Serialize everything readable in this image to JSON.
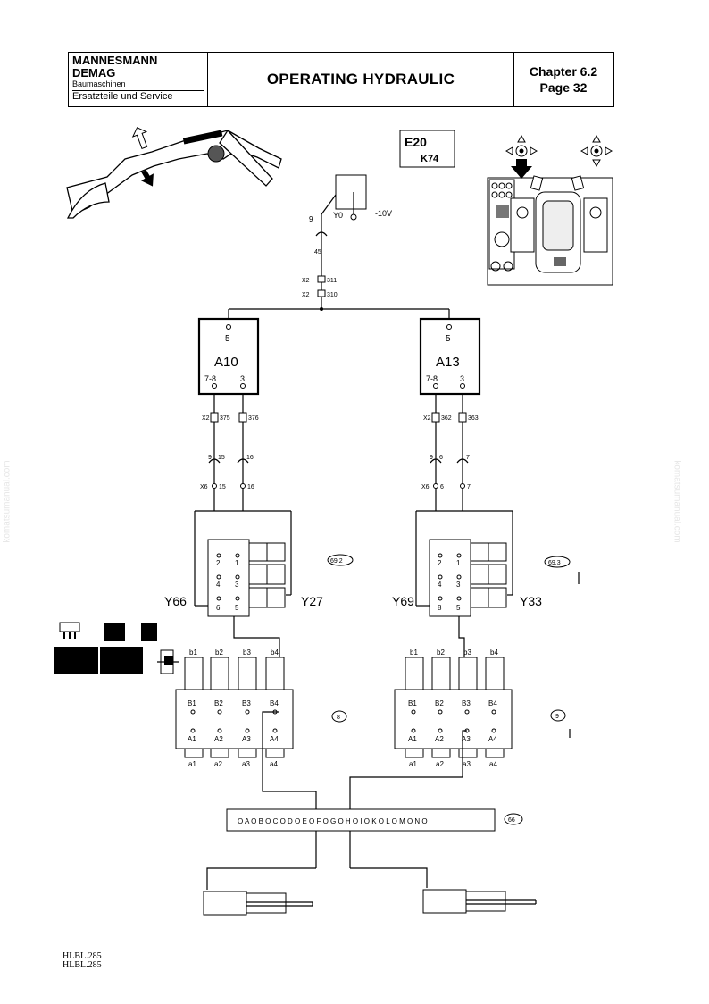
{
  "header": {
    "company_line1": "MANNESMANN",
    "company_line2": "DEMAG",
    "company_line3": "Baumaschinen",
    "company_line4": "Ersatzteile und Service",
    "title": "OPERATING HYDRAULIC",
    "chapter": "Chapter 6.2",
    "page": "Page 32"
  },
  "watermark": "komatsumanual.com",
  "doc_ref": {
    "line1": "HLBL.285",
    "line2": "HLBL.285"
  },
  "diagram": {
    "ref_box": {
      "code": "E20",
      "sub": "K74"
    },
    "sensor": {
      "y0": "Y0",
      "voltage": "-10V",
      "pin": "9",
      "wire": "45"
    },
    "x2_top": {
      "a": "X2",
      "a_num": "311",
      "b": "X2",
      "b_num": "310"
    },
    "modules": [
      {
        "name": "A10",
        "pin_top": "5",
        "pin_left": "7-8",
        "pin_right": "3",
        "x2_left": "X2",
        "x2_left_num": "375",
        "x2_right_num": "376",
        "w_left_pin": "9",
        "w_left": "15",
        "w_right": "16",
        "x6": "X6",
        "x6_left": "15",
        "x6_right": "16"
      },
      {
        "name": "A13",
        "pin_top": "5",
        "pin_left": "7-8",
        "pin_right": "3",
        "x2_left": "X2",
        "x2_left_num": "362",
        "x2_right_num": "363",
        "w_left_pin": "9",
        "w_left": "6",
        "w_right": "7",
        "x6": "X6",
        "x6_left": "6",
        "x6_right": "7"
      }
    ],
    "valves": [
      {
        "pins": [
          "2",
          "1",
          "4",
          "3",
          "6",
          "5"
        ],
        "left": "Y66",
        "right": "Y27",
        "ref": "69.2"
      },
      {
        "pins": [
          "2",
          "1",
          "4",
          "3",
          "8",
          "5"
        ],
        "left": "Y69",
        "right": "Y33",
        "ref": "69.3"
      }
    ],
    "blocks": [
      {
        "top": [
          "b1",
          "b2",
          "b3",
          "b4"
        ],
        "upper": [
          "B1",
          "B2",
          "B3",
          "B4"
        ],
        "lower": [
          "A1",
          "A2",
          "A3",
          "A4"
        ],
        "bottom": [
          "a1",
          "a2",
          "a3",
          "a4"
        ],
        "ref": "8"
      },
      {
        "top": [
          "b1",
          "b2",
          "b3",
          "b4"
        ],
        "upper": [
          "B1",
          "B2",
          "B3",
          "B4"
        ],
        "lower": [
          "A1",
          "A2",
          "A3",
          "A4"
        ],
        "bottom": [
          "a1",
          "a2",
          "a3",
          "a4"
        ],
        "ref": "9"
      }
    ],
    "manifold": {
      "ports": "O A O B O C O D O E O F O G O H O I O K O L O M O N O",
      "ref": "66"
    }
  }
}
